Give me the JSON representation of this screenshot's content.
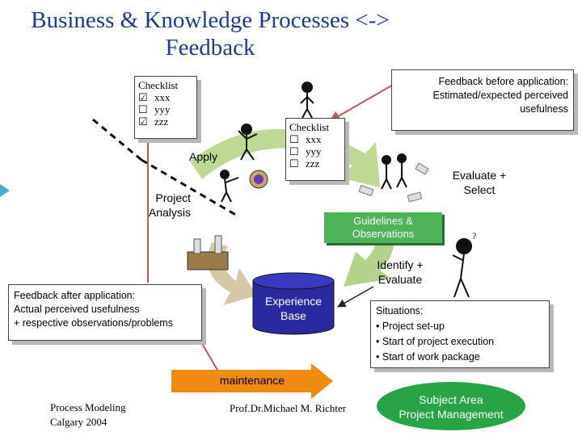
{
  "title": "Business & Knowledge Processes <->\nFeedback",
  "checklist_left": {
    "heading": "Checklist",
    "items": [
      {
        "mark": "☑",
        "text": "xxx"
      },
      {
        "mark": "☐",
        "text": "yyy"
      },
      {
        "mark": "☑",
        "text": "zzz"
      }
    ]
  },
  "checklist_right": {
    "heading": "Checklist",
    "items": [
      {
        "mark": "☐",
        "text": "xxx"
      },
      {
        "mark": "☐",
        "text": "yyy"
      },
      {
        "mark": "☐",
        "text": "zzz"
      }
    ]
  },
  "feedback_before": {
    "line1": "Feedback before application:",
    "line2": "Estimated/expected perceived",
    "line3": "usefulness"
  },
  "feedback_after": {
    "line1": "Feedback after application:",
    "line2": "Actual perceived usefulness",
    "line3": "+ respective observations/problems"
  },
  "labels": {
    "apply": "Apply",
    "project_analysis_1": "Project",
    "project_analysis_2": "Analysis",
    "evaluate_select_1": "Evaluate +",
    "evaluate_select_2": "Select",
    "guidelines_1": "Guidelines &",
    "guidelines_2": "Observations",
    "identify_1": "Identify +",
    "identify_2": "Evaluate",
    "experience_1": "Experience",
    "experience_2": "Base",
    "maintenance": "maintenance",
    "subject_1": "Subject Area",
    "subject_2": "Project Management"
  },
  "situations": {
    "heading": "Situations:",
    "items": [
      "Project set-up",
      "Start of project execution",
      "Start of work package"
    ]
  },
  "footer": {
    "left_1": "Process Modeling",
    "left_2": "Calgary 2004",
    "center": "Prof.Dr.Michael M. Richter"
  },
  "colors": {
    "title": "#1c3a8f",
    "guidelines_box": "#4fb35a",
    "cycle_arrow": "#9ac466",
    "maintenance_arrow": "#f08a10",
    "experience_base": "#2a2aa0",
    "subject_ellipse": "#28a345",
    "feedback_line": "#b85a5a"
  }
}
